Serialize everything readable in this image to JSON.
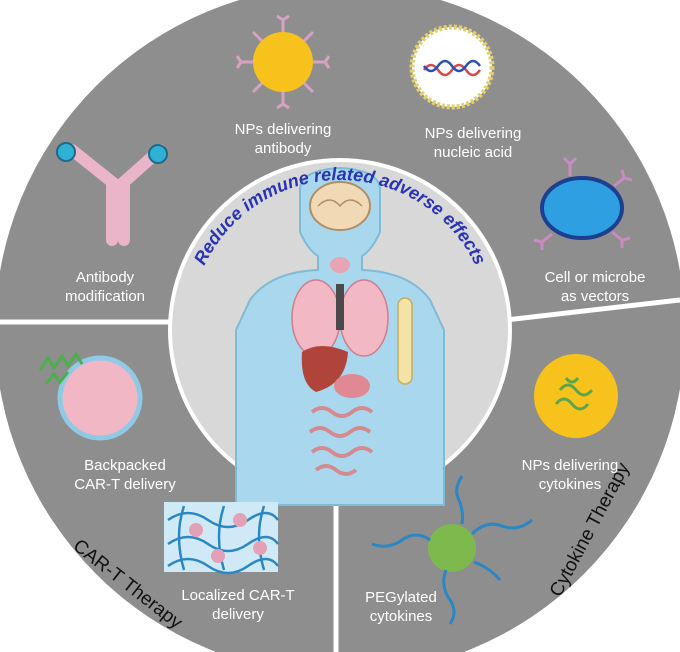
{
  "center": {
    "arc_text": "Reduce immune related adverse effects"
  },
  "sections": {
    "car_t": "CAR-T Therapy",
    "cytokine": "Cytokine Therapy"
  },
  "items": {
    "np_antibody": {
      "line1": "NPs delivering",
      "line2": "antibody"
    },
    "np_nucleic": {
      "line1": "NPs delivering",
      "line2": "nucleic acid"
    },
    "cell_vectors": {
      "line1": "Cell or microbe",
      "line2": "as vectors"
    },
    "antibody_mod": {
      "line1": "Antibody",
      "line2": "modification"
    },
    "backpacked": {
      "line1": "Backpacked",
      "line2": "CAR-T delivery"
    },
    "localized": {
      "line1": "Localized CAR-T",
      "line2": "delivery"
    },
    "pegylated": {
      "line1": "PEGylated",
      "line2": "cytokines"
    },
    "np_cytokines": {
      "line1": "NPs delivering",
      "line2": "cytokines"
    }
  },
  "colors": {
    "ring": "#8e8e8e",
    "center": "#d8d8d8",
    "arc_text": "#2a33b5",
    "body": "#a9d8ee"
  }
}
